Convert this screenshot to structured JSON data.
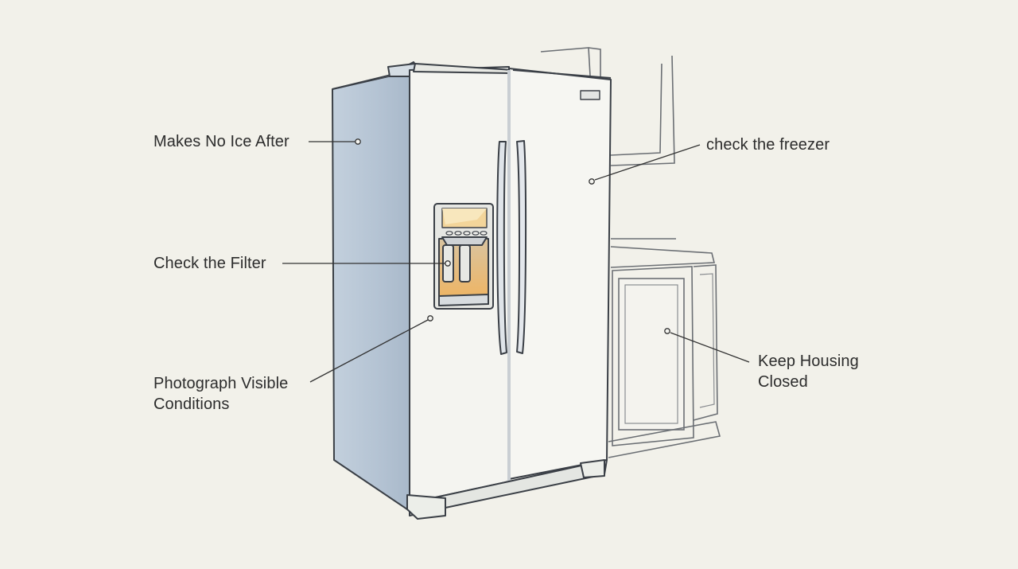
{
  "colors": {
    "background": "#f2f1ea",
    "cabinet": "#efefea",
    "fridge_side": "#b9c7d6",
    "fridge_front": "#f4f4f0",
    "outline": "#3a3f46",
    "dispenser_glow": "#e9b56a",
    "label_text": "#2c2c2c"
  },
  "callouts": [
    {
      "id": "makes-no-ice-after",
      "lines": [
        "Makes No Ice After"
      ]
    },
    {
      "id": "check-the-filter",
      "lines": [
        "Check the Filter"
      ]
    },
    {
      "id": "photograph-visible-conditions",
      "lines": [
        "Photograph Visible",
        "Conditions"
      ]
    },
    {
      "id": "check-the-freezer",
      "lines": [
        "check the freezer"
      ]
    },
    {
      "id": "keep-housing-closed",
      "lines": [
        "Keep Housing",
        "Closed"
      ]
    }
  ]
}
